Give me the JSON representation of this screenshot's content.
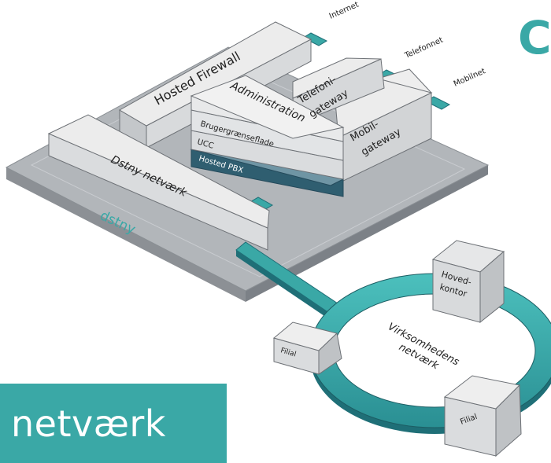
{
  "diagram": {
    "labels": {
      "internet": "Internet",
      "telefonnet": "Telefonnet",
      "mobilnet": "Mobilnet",
      "hosted_firewall": "Hosted Firewall",
      "administration": "Administration",
      "telefoni_gateway_1": "Telefoni-",
      "telefoni_gateway_2": "gateway",
      "mobil_gateway_1": "Mobil-",
      "mobil_gateway_2": "gateway",
      "brugergraenseflade": "Brugergrænseflade",
      "ucc": "UCC",
      "hosted_pbx": "Hosted PBX",
      "dstny_netvaerk": "Dstny netværk",
      "dstny_brand": "dstny",
      "virksomhedens_1": "Virksomhedens",
      "virksomhedens_2": "netværk",
      "hovedkontor_1": "Hoved-",
      "hovedkontor_2": "kontor",
      "filial_left": "Filial",
      "filial_right": "Filial"
    },
    "corner_letter": "C"
  },
  "caption": {
    "text": "netværk"
  },
  "colors": {
    "teal": "#3aa8a6",
    "dark_teal": "#1f6f77",
    "platform": "#9ea3a8",
    "box_face": "#ececec",
    "pbx": "#5d8392"
  }
}
